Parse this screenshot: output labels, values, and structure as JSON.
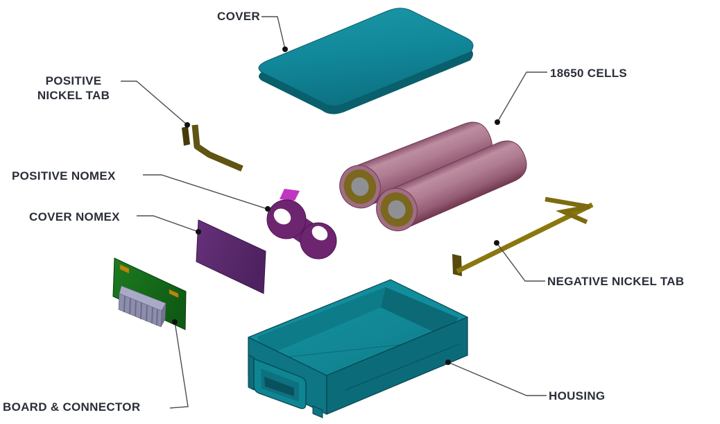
{
  "diagram": {
    "type": "exploded-assembly-diagram",
    "subject": "battery pack",
    "background": "#ffffff"
  },
  "labels": {
    "cover": "COVER",
    "positive_nickel_tab_line1": "POSITIVE",
    "positive_nickel_tab_line2": "NICKEL TAB",
    "cells": "18650 CELLS",
    "positive_nomex": "POSITIVE NOMEX",
    "cover_nomex": "COVER NOMEX",
    "board_connector": "BOARD & CONNECTOR",
    "negative_nickel_tab": "NEGATIVE NICKEL TAB",
    "housing": "HOUSING"
  },
  "colors": {
    "teal_part": "#11879a",
    "teal_dark": "#0a5f6c",
    "cell_pink": "#ab7088",
    "cell_ring_olive": "#7b671d",
    "cell_center_gray": "#8f9094",
    "nickel_tab_olive": "#6b5c13",
    "negative_tab_olive": "#8a780f",
    "positive_nomex_purple": "#6e2570",
    "positive_nomex_flap_magenta": "#c136c1",
    "cover_nomex_purple": "#5a2a6e",
    "pcb_green": "#15691a",
    "pcb_pad_gold": "#b8860b",
    "connector_lavender": "#9697b8",
    "label_text": "#2a2e38",
    "leader_line": "#4d4d4d"
  }
}
